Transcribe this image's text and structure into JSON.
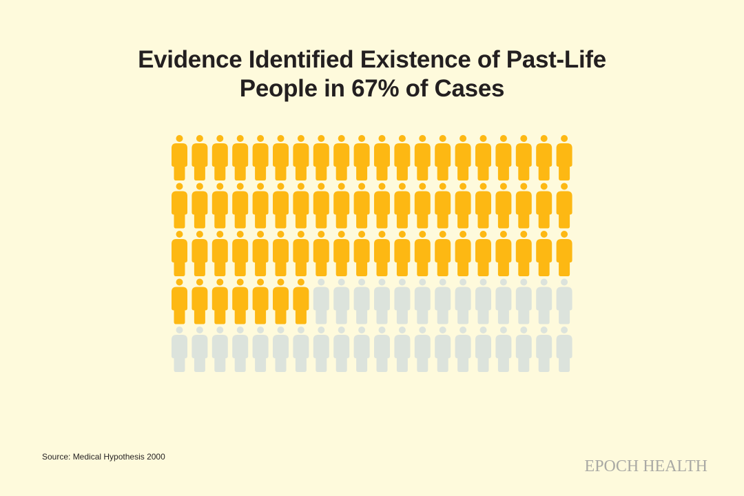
{
  "chart_data": {
    "type": "pictogram",
    "title_lines": [
      "Evidence Identified Existence of Past-Life",
      "People in 67% of Cases"
    ],
    "total": 100,
    "highlighted": 67,
    "columns": 20,
    "rows": 5,
    "icon": "person-icon",
    "colors": {
      "highlighted": "#FDB813",
      "rest": "#DCE3DC",
      "background": "#FEFADC"
    }
  },
  "footer": {
    "source": "Source: Medical Hypothesis 2000",
    "logo": "EPOCH HEALTH"
  }
}
